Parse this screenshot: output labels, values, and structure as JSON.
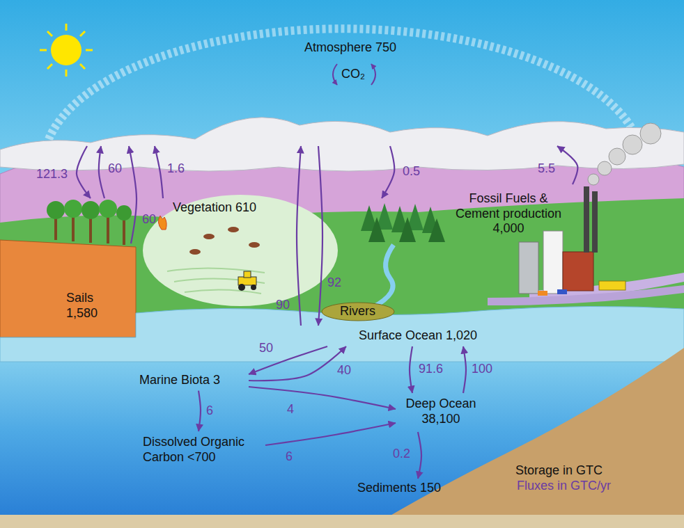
{
  "diagram": {
    "nodes": [
      {
        "text": [
          "Atmosphere 750"
        ]
      },
      {
        "text": [
          "Vegetation 610"
        ]
      },
      {
        "text": [
          "Fossil Fuels & Cement production 4,000"
        ]
      },
      {
        "text": [
          "Sails 1,580"
        ]
      },
      {
        "text": [
          "Surface Ocean 1,020"
        ]
      },
      {
        "text": [
          "Marine Biota 3"
        ]
      },
      {
        "text": [
          "Deep Ocean 38,100"
        ]
      },
      {
        "text": [
          "Dissolved Organic Carbon <700"
        ]
      },
      {
        "text": [
          "Sediments 150"
        ]
      }
    ],
    "edges": [
      {
        "from": 0,
        "to": 1,
        "label": "121.3",
        "arrow": "to"
      },
      {
        "from": 1,
        "to": 0,
        "label": "60",
        "arrow": "to"
      },
      {
        "from": 3,
        "to": 0,
        "label": "60",
        "arrow": "to"
      },
      {
        "from": 1,
        "to": 0,
        "label": "1.6",
        "arrow": "to"
      },
      {
        "from": 4,
        "to": 0,
        "label": "90",
        "arrow": "to"
      },
      {
        "from": 0,
        "to": 4,
        "label": "92",
        "arrow": "to"
      },
      {
        "from": 0,
        "to": 1,
        "label": "0.5",
        "arrow": "to"
      },
      {
        "from": 2,
        "to": 0,
        "label": "5.5",
        "arrow": "to"
      },
      {
        "from": 4,
        "to": 5,
        "label": "50",
        "arrow": "to"
      },
      {
        "from": 5,
        "to": 4,
        "label": "40",
        "arrow": "to"
      },
      {
        "from": 5,
        "to": 7,
        "label": "6",
        "arrow": "to"
      },
      {
        "from": 5,
        "to": 6,
        "label": "4",
        "arrow": "to"
      },
      {
        "from": 7,
        "to": 6,
        "label": "6",
        "arrow": "to"
      },
      {
        "from": 4,
        "to": 6,
        "label": "91.6",
        "arrow": "to"
      },
      {
        "from": 6,
        "to": 4,
        "label": "100",
        "arrow": "to"
      },
      {
        "from": 6,
        "to": 8,
        "label": "0.2",
        "arrow": "to"
      }
    ],
    "labels": [
      "CO₂",
      "Rivers",
      "Storage in GTC",
      "Fluxes in GTC/yr"
    ]
  }
}
